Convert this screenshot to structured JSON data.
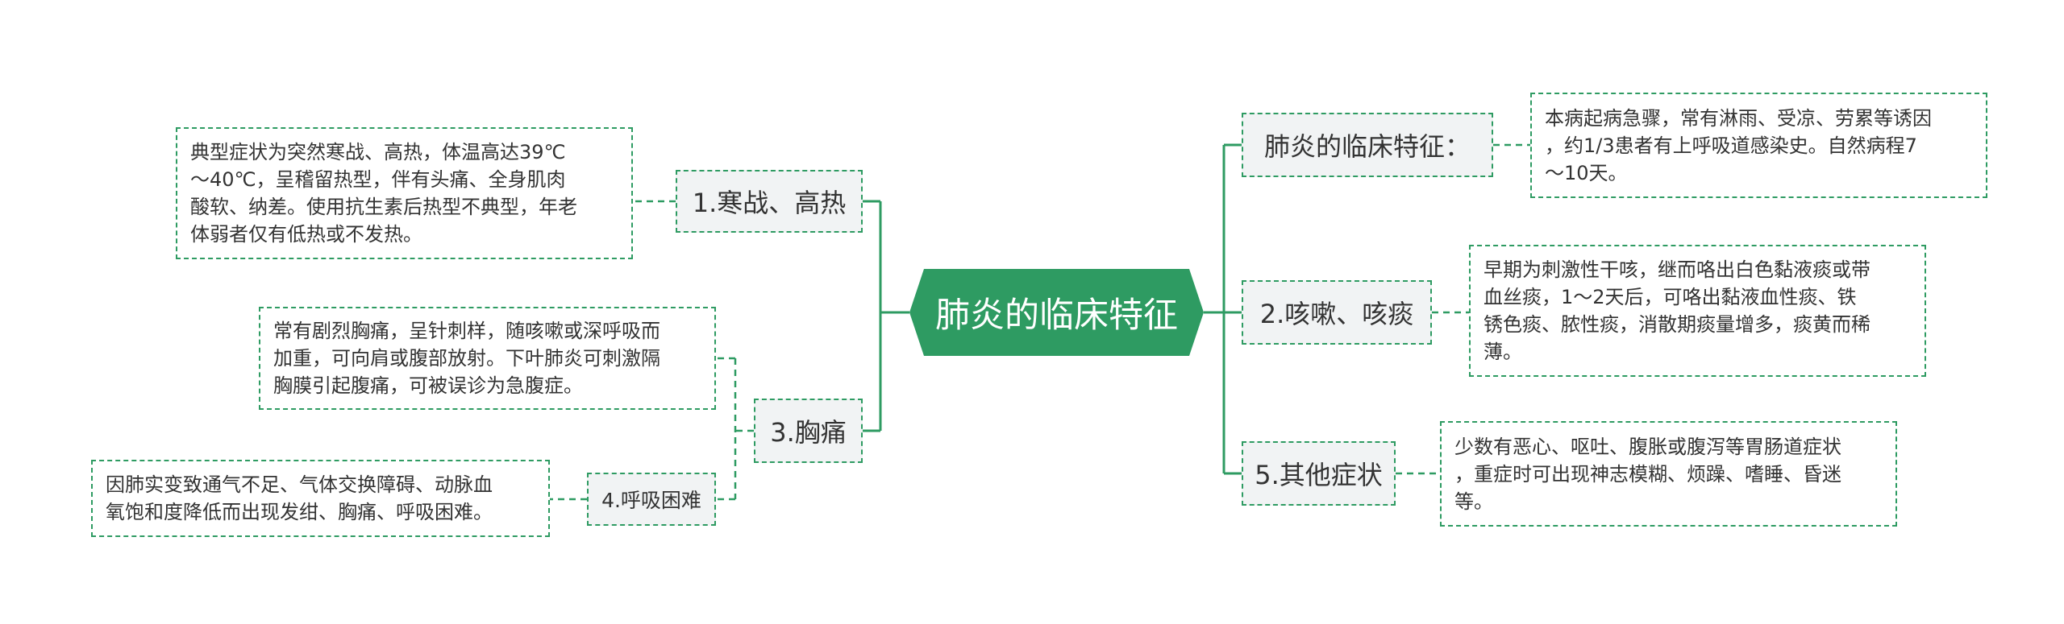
{
  "colors": {
    "accent": "#2e9b62",
    "branch_fill": "#f1f3f4",
    "text": "#333333"
  },
  "root": {
    "label": "肺炎的临床特征"
  },
  "left": [
    {
      "label": "1.寒战、高热",
      "detail": "典型症状为突然寒战、高热，体温高达39℃\n～40℃，呈稽留热型，伴有头痛、全身肌肉\n酸软、纳差。使用抗生素后热型不典型，年老\n体弱者仅有低热或不发热。"
    },
    {
      "label": "3.胸痛",
      "detail": "常有剧烈胸痛，呈针刺样，随咳嗽或深呼吸而\n加重，可向肩或腹部放射。下叶肺炎可刺激隔\n胸膜引起腹痛，可被误诊为急腹症。",
      "child": {
        "label": "4.呼吸困难",
        "detail": "因肺实变致通气不足、气体交换障碍、动脉血\n氧饱和度降低而出现发绀、胸痛、呼吸困难。"
      }
    }
  ],
  "right": [
    {
      "label": "肺炎的临床特征：",
      "detail": "本病起病急骤，常有淋雨、受凉、劳累等诱因\n，约1/3患者有上呼吸道感染史。自然病程7\n～10天。"
    },
    {
      "label": "2.咳嗽、咳痰",
      "detail": "早期为刺激性干咳，继而咯出白色黏液痰或带\n血丝痰，1～2天后，可咯出黏液血性痰、铁\n锈色痰、脓性痰，消散期痰量增多，痰黄而稀\n薄。"
    },
    {
      "label": "5.其他症状",
      "detail": "少数有恶心、呕吐、腹胀或腹泻等胃肠道症状\n，重症时可出现神志模糊、烦躁、嗜睡、昏迷\n等。"
    }
  ]
}
